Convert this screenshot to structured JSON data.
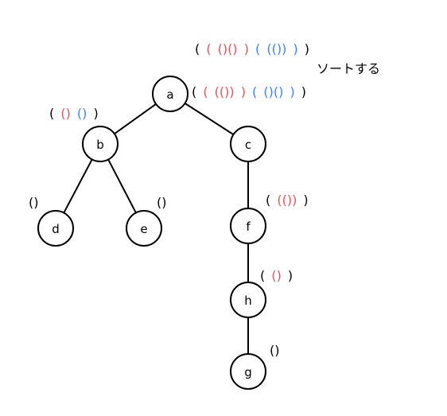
{
  "colors": {
    "black": "#000000",
    "red": "#e8505b",
    "blue": "#3b82f6"
  },
  "note": "ソートする",
  "nodes": {
    "a": "a",
    "b": "b",
    "c": "c",
    "d": "d",
    "e": "e",
    "f": "f",
    "h": "h",
    "g": "g"
  },
  "edges": [
    [
      "a",
      "b"
    ],
    [
      "a",
      "c"
    ],
    [
      "b",
      "d"
    ],
    [
      "b",
      "e"
    ],
    [
      "c",
      "f"
    ],
    [
      "f",
      "h"
    ],
    [
      "h",
      "g"
    ]
  ],
  "labels": {
    "top_unsorted": [
      {
        "t": "(",
        "c": "black"
      },
      {
        "t": "(",
        "c": "red"
      },
      {
        "t": "()()",
        "c": "red"
      },
      {
        "t": ")",
        "c": "red"
      },
      {
        "t": "(",
        "c": "blue"
      },
      {
        "t": "(())",
        "c": "blue"
      },
      {
        "t": ")",
        "c": "blue"
      },
      {
        "t": ")",
        "c": "black"
      }
    ],
    "a_sorted": [
      {
        "t": "(",
        "c": "black"
      },
      {
        "t": "(",
        "c": "red"
      },
      {
        "t": "(())",
        "c": "red"
      },
      {
        "t": ")",
        "c": "red"
      },
      {
        "t": "(",
        "c": "blue"
      },
      {
        "t": "()()",
        "c": "blue"
      },
      {
        "t": ")",
        "c": "blue"
      },
      {
        "t": ")",
        "c": "black"
      }
    ],
    "b": [
      {
        "t": "(",
        "c": "black"
      },
      {
        "t": "()",
        "c": "red"
      },
      {
        "t": "()",
        "c": "blue"
      },
      {
        "t": ")",
        "c": "black"
      }
    ],
    "d": [
      {
        "t": "()",
        "c": "black"
      }
    ],
    "e": [
      {
        "t": "()",
        "c": "black"
      }
    ],
    "f": [
      {
        "t": "(",
        "c": "black"
      },
      {
        "t": "(())",
        "c": "red"
      },
      {
        "t": ")",
        "c": "black"
      }
    ],
    "h": [
      {
        "t": "(",
        "c": "black"
      },
      {
        "t": "()",
        "c": "red"
      },
      {
        "t": ")",
        "c": "black"
      }
    ],
    "g": [
      {
        "t": "()",
        "c": "black"
      }
    ]
  }
}
